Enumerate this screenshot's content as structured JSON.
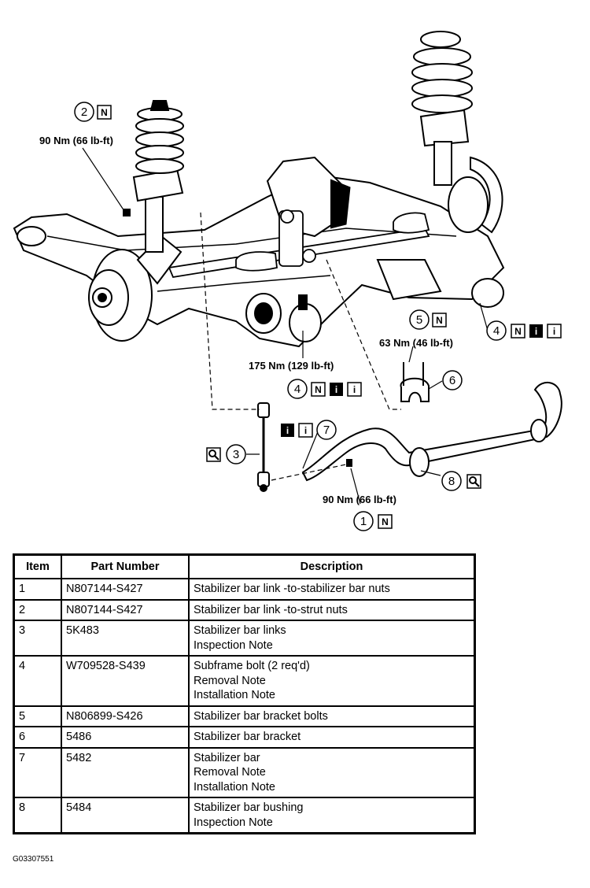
{
  "callouts": {
    "c1": {
      "num": "1",
      "torque": "90 Nm (66 lb-ft)"
    },
    "c2": {
      "num": "2",
      "torque": "90 Nm (66 lb-ft)"
    },
    "c3": {
      "num": "3"
    },
    "c4a": {
      "num": "4",
      "torque": "175 Nm (129 lb-ft)"
    },
    "c4b": {
      "num": "4"
    },
    "c5": {
      "num": "5",
      "torque": "63 Nm (46 lb-ft)"
    },
    "c6": {
      "num": "6"
    },
    "c7": {
      "num": "7"
    },
    "c8": {
      "num": "8"
    }
  },
  "badges": {
    "new": "N",
    "info": "i"
  },
  "table": {
    "headers": [
      "Item",
      "Part Number",
      "Description"
    ],
    "rows": [
      {
        "item": "1",
        "part": "N807144-S427",
        "desc": [
          "Stabilizer bar link -to-stabilizer bar nuts"
        ]
      },
      {
        "item": "2",
        "part": "N807144-S427",
        "desc": [
          "Stabilizer bar link -to-strut nuts"
        ]
      },
      {
        "item": "3",
        "part": "5K483",
        "desc": [
          "Stabilizer bar links",
          "Inspection Note"
        ]
      },
      {
        "item": "4",
        "part": "W709528-S439",
        "desc": [
          "Subframe bolt (2 req'd)",
          "Removal Note",
          "Installation Note"
        ]
      },
      {
        "item": "5",
        "part": "N806899-S426",
        "desc": [
          "Stabilizer bar bracket bolts"
        ]
      },
      {
        "item": "6",
        "part": "5486",
        "desc": [
          "Stabilizer bar bracket"
        ]
      },
      {
        "item": "7",
        "part": "5482",
        "desc": [
          "Stabilizer bar",
          "Removal Note",
          "Installation Note"
        ]
      },
      {
        "item": "8",
        "part": "5484",
        "desc": [
          "Stabilizer bar bushing",
          "Inspection Note"
        ]
      }
    ]
  },
  "figure_id": "G03307551"
}
